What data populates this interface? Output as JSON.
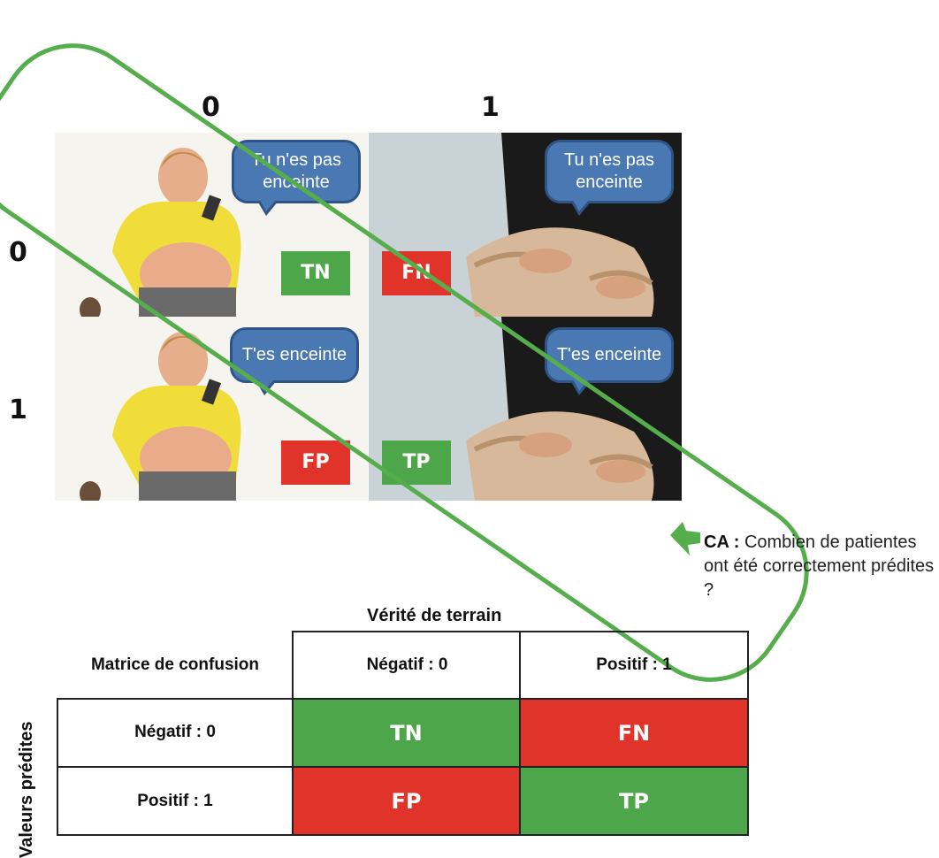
{
  "top": {
    "col_headers": [
      "0",
      "1"
    ],
    "row_headers": [
      "0",
      "1"
    ],
    "bubbles": {
      "row0_col0": "Tu n'es pas enceinte",
      "row0_col1": "Tu n'es pas enceinte",
      "row1_col0": "T'es enceinte",
      "row1_col1": "T'es enceinte"
    },
    "tags": {
      "row0_col0": "TN",
      "row0_col1": "FN",
      "row1_col0": "FP",
      "row1_col1": "TP"
    }
  },
  "callout": {
    "bold": "CA :",
    "text": "Combien de patientes ont été correctement prédites ?"
  },
  "table": {
    "title": "Matrice de confusion",
    "col_group_label": "Vérité de terrain",
    "row_group_label": "Valeurs prédites",
    "col_headers": [
      "Négatif : 0",
      "Positif : 1"
    ],
    "row_headers": [
      "Négatif : 0",
      "Positif : 1"
    ],
    "cells": [
      [
        "TN",
        "FN"
      ],
      [
        "FP",
        "TP"
      ]
    ]
  },
  "colors": {
    "correct": "#4ea64a",
    "incorrect": "#e0342a",
    "bubble": "#4a78b3",
    "highlight": "#55ad4b"
  }
}
